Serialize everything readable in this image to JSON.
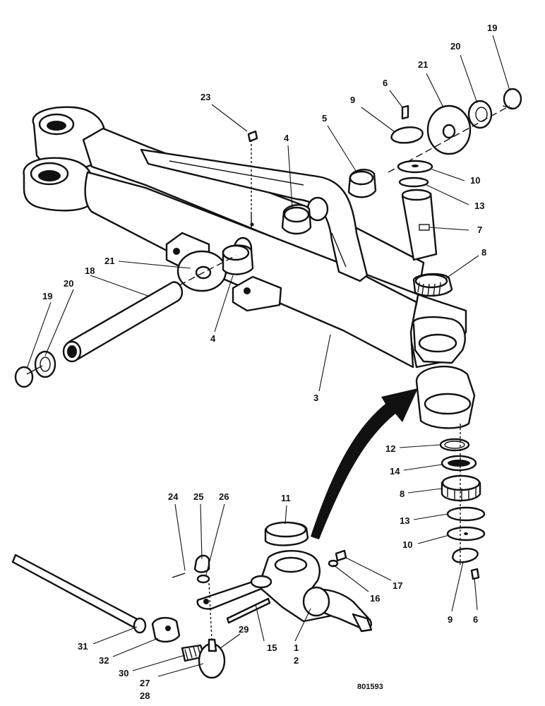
{
  "drawing_number": "801593",
  "callouts": [
    {
      "id": "c19a",
      "text": "19"
    },
    {
      "id": "c20a",
      "text": "20"
    },
    {
      "id": "c21a",
      "text": "21"
    },
    {
      "id": "c6a",
      "text": "6"
    },
    {
      "id": "c9a",
      "text": "9"
    },
    {
      "id": "c5",
      "text": "5"
    },
    {
      "id": "c23",
      "text": "23"
    },
    {
      "id": "c4a",
      "text": "4"
    },
    {
      "id": "c10a",
      "text": "10"
    },
    {
      "id": "c13a",
      "text": "13"
    },
    {
      "id": "c7",
      "text": "7"
    },
    {
      "id": "c8a",
      "text": "8"
    },
    {
      "id": "c21b",
      "text": "21"
    },
    {
      "id": "c18",
      "text": "18"
    },
    {
      "id": "c19b",
      "text": "19"
    },
    {
      "id": "c20b",
      "text": "20"
    },
    {
      "id": "c4b",
      "text": "4"
    },
    {
      "id": "c3",
      "text": "3"
    },
    {
      "id": "c12",
      "text": "12"
    },
    {
      "id": "c14",
      "text": "14"
    },
    {
      "id": "c8b",
      "text": "8"
    },
    {
      "id": "c13b",
      "text": "13"
    },
    {
      "id": "c10b",
      "text": "10"
    },
    {
      "id": "c9b",
      "text": "9"
    },
    {
      "id": "c6b",
      "text": "6"
    },
    {
      "id": "c11",
      "text": "11"
    },
    {
      "id": "c24",
      "text": "24"
    },
    {
      "id": "c25",
      "text": "25"
    },
    {
      "id": "c26",
      "text": "26"
    },
    {
      "id": "c17",
      "text": "17"
    },
    {
      "id": "c16",
      "text": "16"
    },
    {
      "id": "c15",
      "text": "15"
    },
    {
      "id": "c1",
      "text": "1"
    },
    {
      "id": "c2",
      "text": "2"
    },
    {
      "id": "c29",
      "text": "29"
    },
    {
      "id": "c31",
      "text": "31"
    },
    {
      "id": "c32",
      "text": "32"
    },
    {
      "id": "c30",
      "text": "30"
    },
    {
      "id": "c27",
      "text": "27"
    },
    {
      "id": "c28",
      "text": "28"
    }
  ]
}
